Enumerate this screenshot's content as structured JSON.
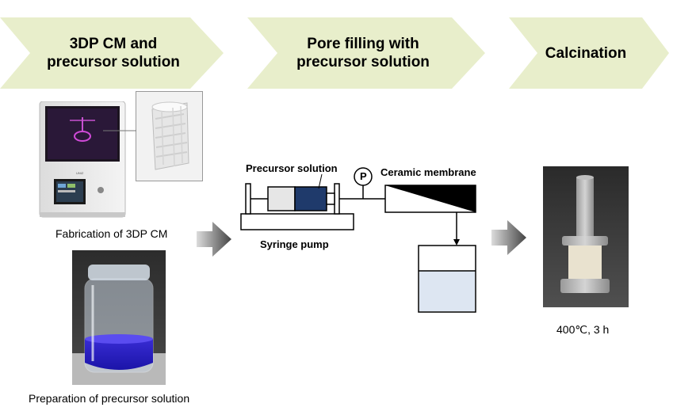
{
  "steps": [
    {
      "title": "3DP CM and\nprecursor solution"
    },
    {
      "title": "Pore filling with\nprecursor solution"
    },
    {
      "title": "Calcination"
    }
  ],
  "captions": {
    "printer": "Fabrication of 3DP CM",
    "jar": "Preparation of precursor solution",
    "calcination": "400℃, 3 h"
  },
  "setup": {
    "precursor_label": "Precursor solution",
    "pressure_gauge": "P",
    "membrane_label": "Ceramic membrane",
    "pump_label": "Syringe pump"
  },
  "colors": {
    "chevron": "#e8eecb",
    "solution": "#1f3a6b",
    "arrow": "#5a5a5a",
    "beaker_liquid": "#dde6f2"
  }
}
